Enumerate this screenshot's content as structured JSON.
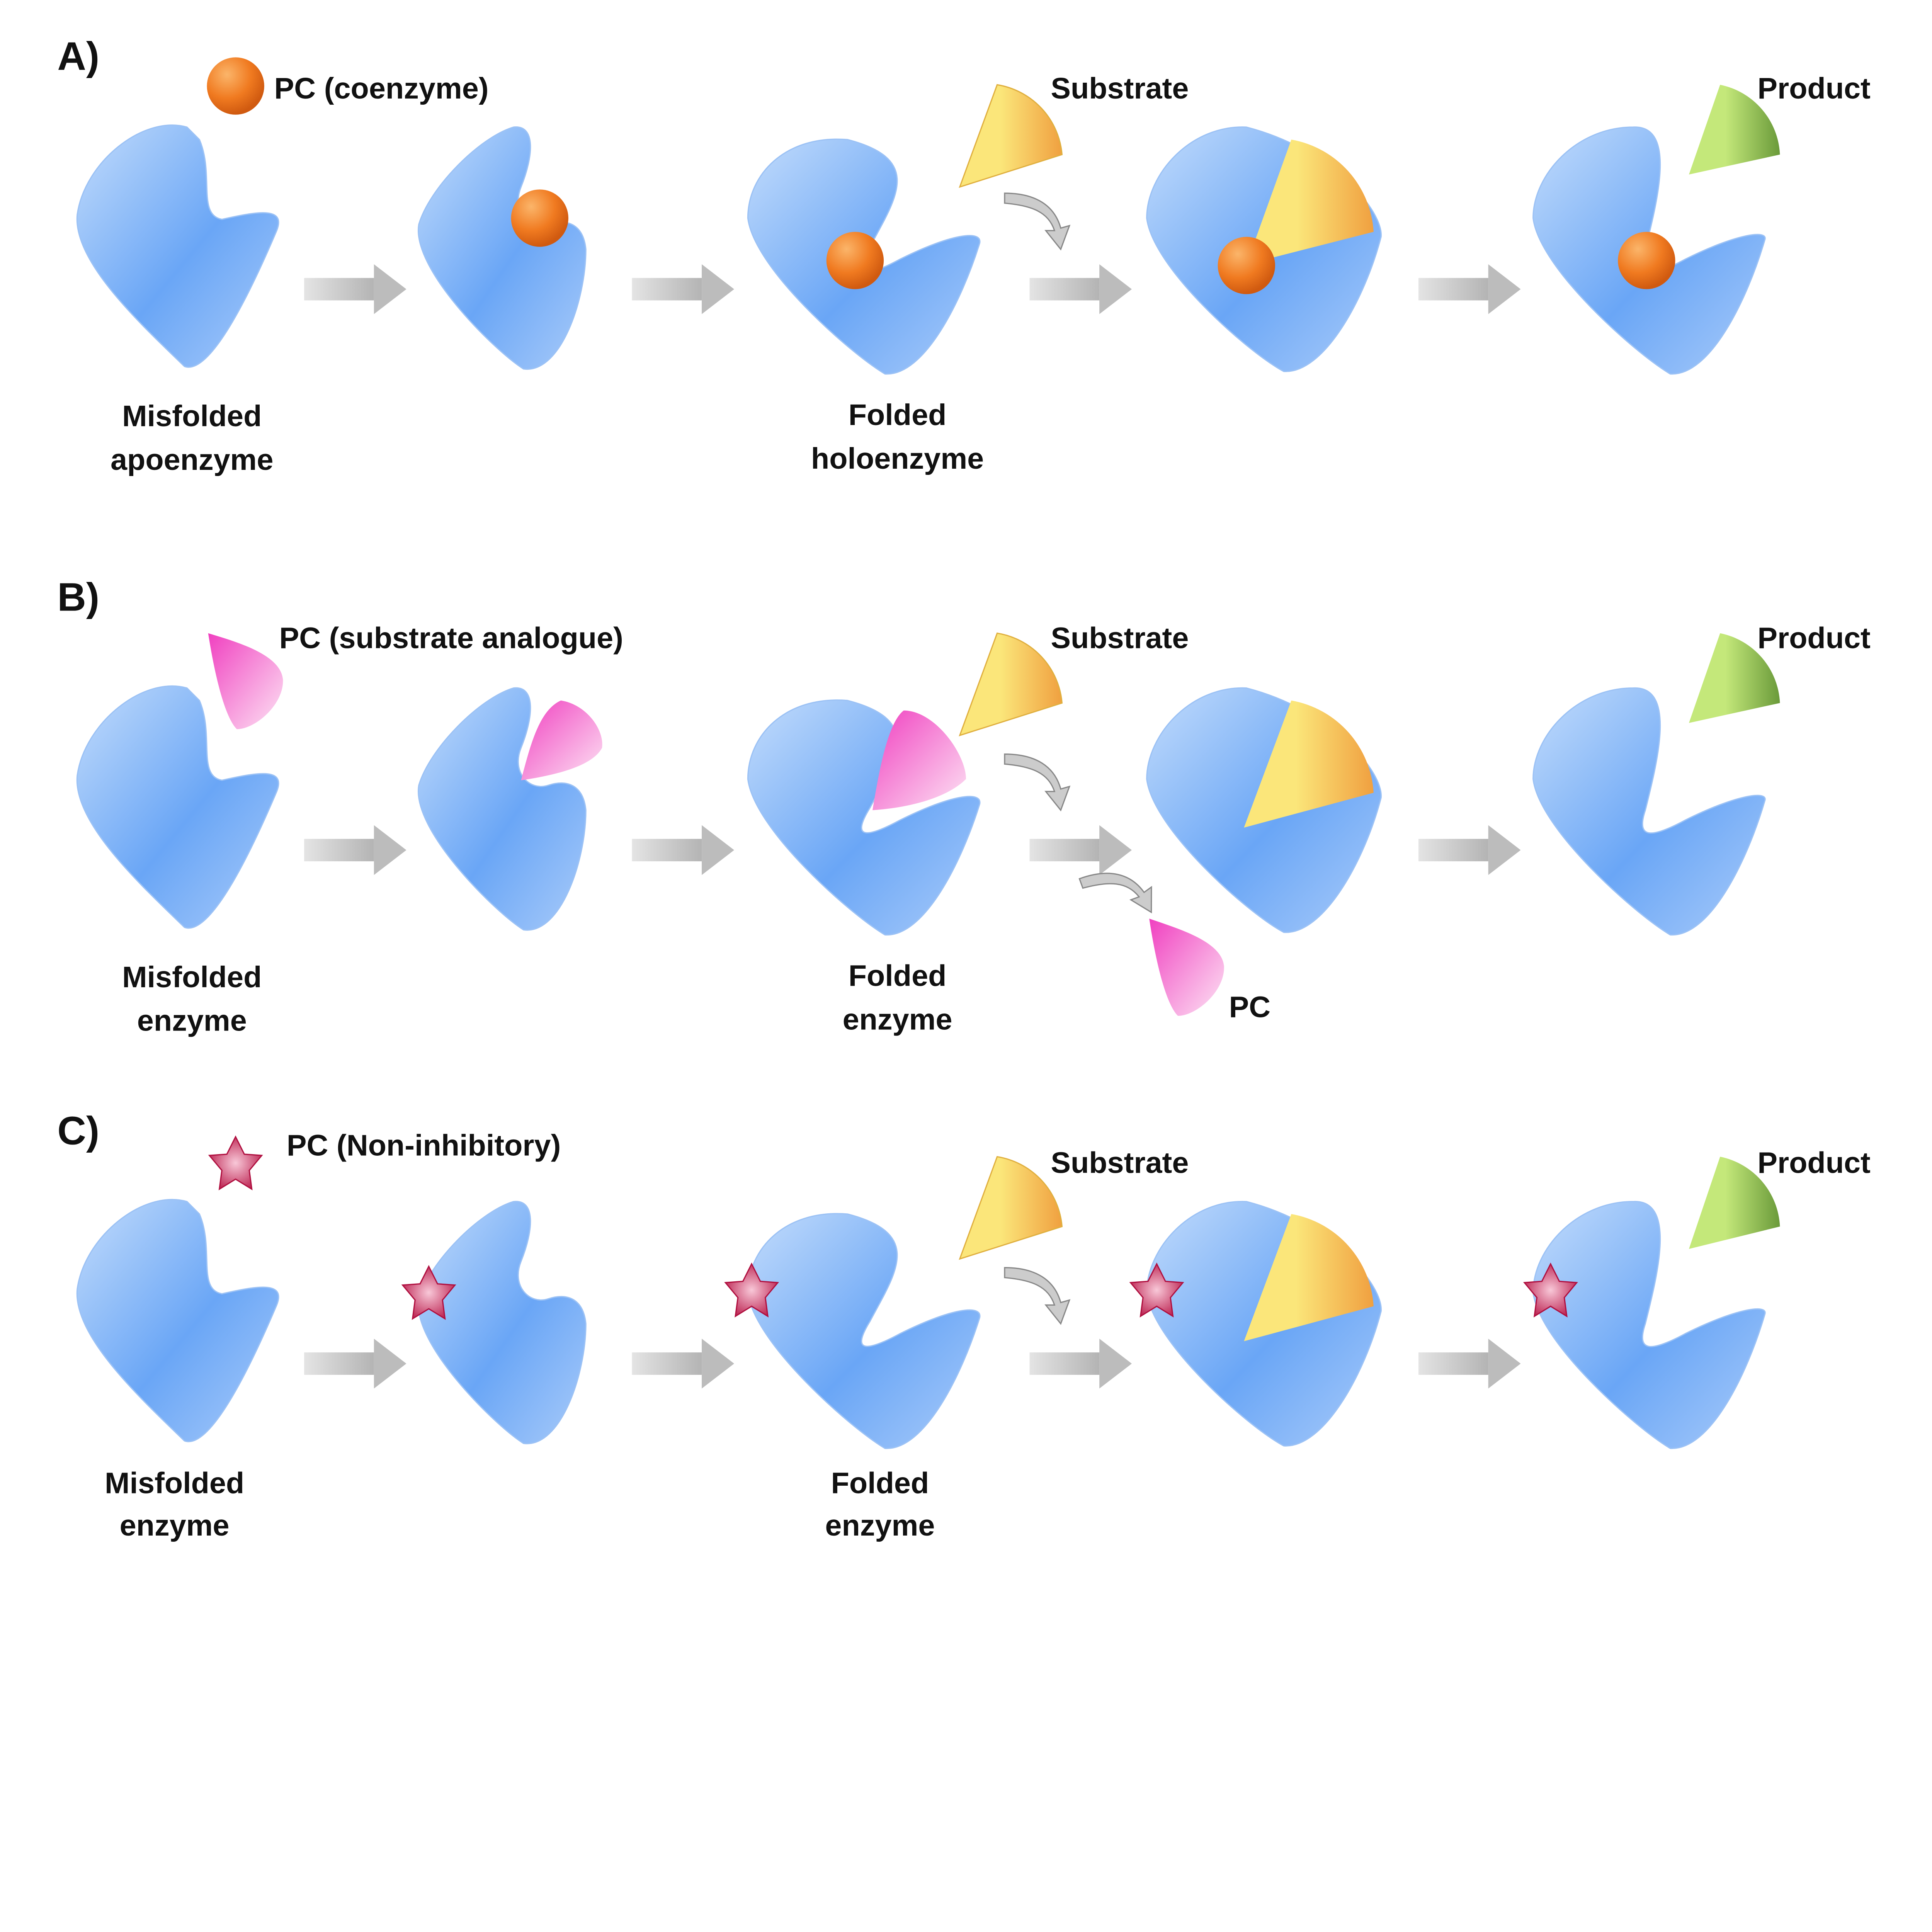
{
  "colors": {
    "enzyme": "#7fb2f7",
    "coenzyme": "#f07a20",
    "substrate": "#f8dc6a",
    "product": "#a8d86a",
    "analogue": "#f06ac8",
    "star": "#c8245a",
    "arrow": "#c8c8c8"
  },
  "panels": [
    {
      "id": "A",
      "title": "A)",
      "pc_label": "PC (coenzyme)",
      "substrate": "Substrate",
      "product": "Product",
      "start_label": [
        "Misfolded",
        "apoenzyme"
      ],
      "mid_label": [
        "Folded",
        "holoenzyme"
      ]
    },
    {
      "id": "B",
      "title": "B)",
      "pc_label": "PC (substrate analogue)",
      "substrate": "Substrate",
      "product": "Product",
      "start_label": [
        "Misfolded",
        "enzyme"
      ],
      "mid_label": [
        "Folded",
        "enzyme"
      ],
      "released": "PC"
    },
    {
      "id": "C",
      "title": "C)",
      "pc_label": "PC (Non-inhibitory)",
      "substrate": "Substrate",
      "product": "Product",
      "start_label": [
        "Misfolded",
        "enzyme"
      ],
      "mid_label": [
        "Folded",
        "enzyme"
      ]
    }
  ]
}
